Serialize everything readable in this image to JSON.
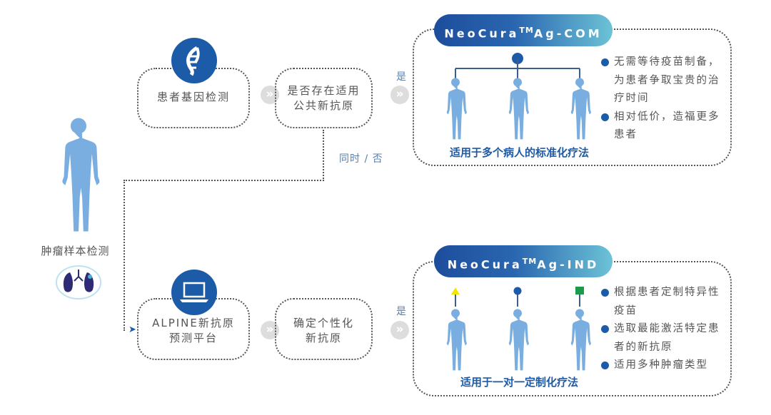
{
  "left": {
    "label": "肿瘤样本检测"
  },
  "top_flow": {
    "step1": "患者基因检测",
    "step2_line1": "是否存在适用",
    "step2_line2": "公共新抗原",
    "yes": "是",
    "branch": "同时 / 否"
  },
  "bottom_flow": {
    "step1_line1": "ALPINE新抗原",
    "step1_line2": "预测平台",
    "step2_line1": "确定个性化",
    "step2_line2": "新抗原",
    "yes": "是"
  },
  "com": {
    "title": "NeoCura",
    "tm": "TM",
    "suffix": "Ag-COM",
    "caption": "适用于多个病人的标准化疗法",
    "bullets": [
      "无需等待疫苗制备，为患者争取宝贵的治疗时间",
      "相对低价，造福更多患者"
    ]
  },
  "ind": {
    "title": "NeoCura",
    "tm": "TM",
    "suffix": "Ag-IND",
    "caption": "适用于一对一定制化疗法",
    "bullets": [
      "根据患者定制特异性疫苗",
      "选取最能激活特定患者的新抗原",
      "适用多种肿瘤类型"
    ]
  },
  "colors": {
    "accent": "#1c5ba8",
    "figure": "#7aaee0",
    "triangle": "#f5e600",
    "square": "#1a9a4a"
  }
}
